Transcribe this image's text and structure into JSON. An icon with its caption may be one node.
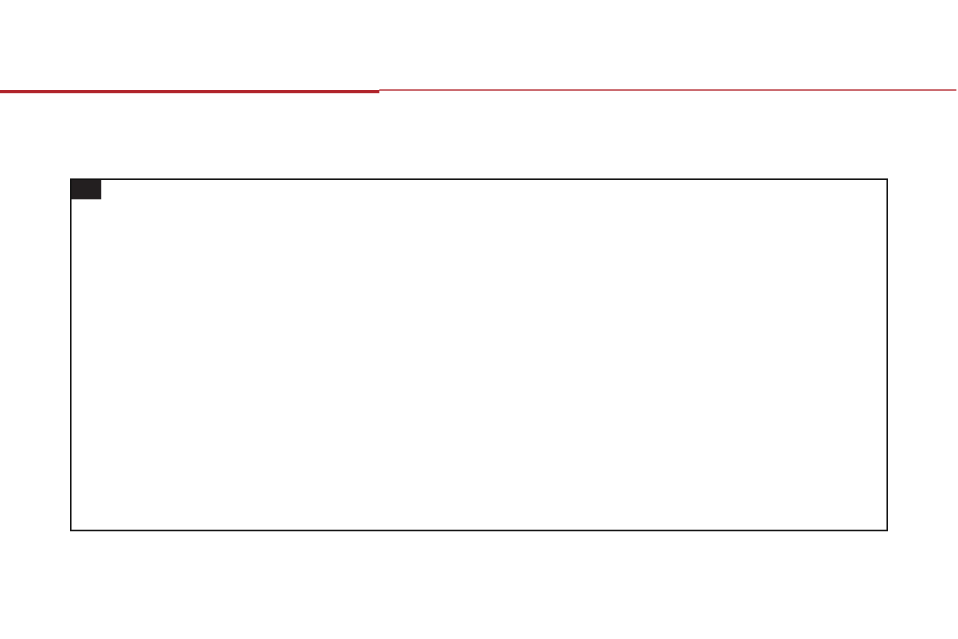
{
  "diagram": {
    "nodes": [
      {
        "text": [],
        "shape": "box"
      },
      {
        "text": [],
        "shape": "box",
        "in": 0
      }
    ]
  }
}
